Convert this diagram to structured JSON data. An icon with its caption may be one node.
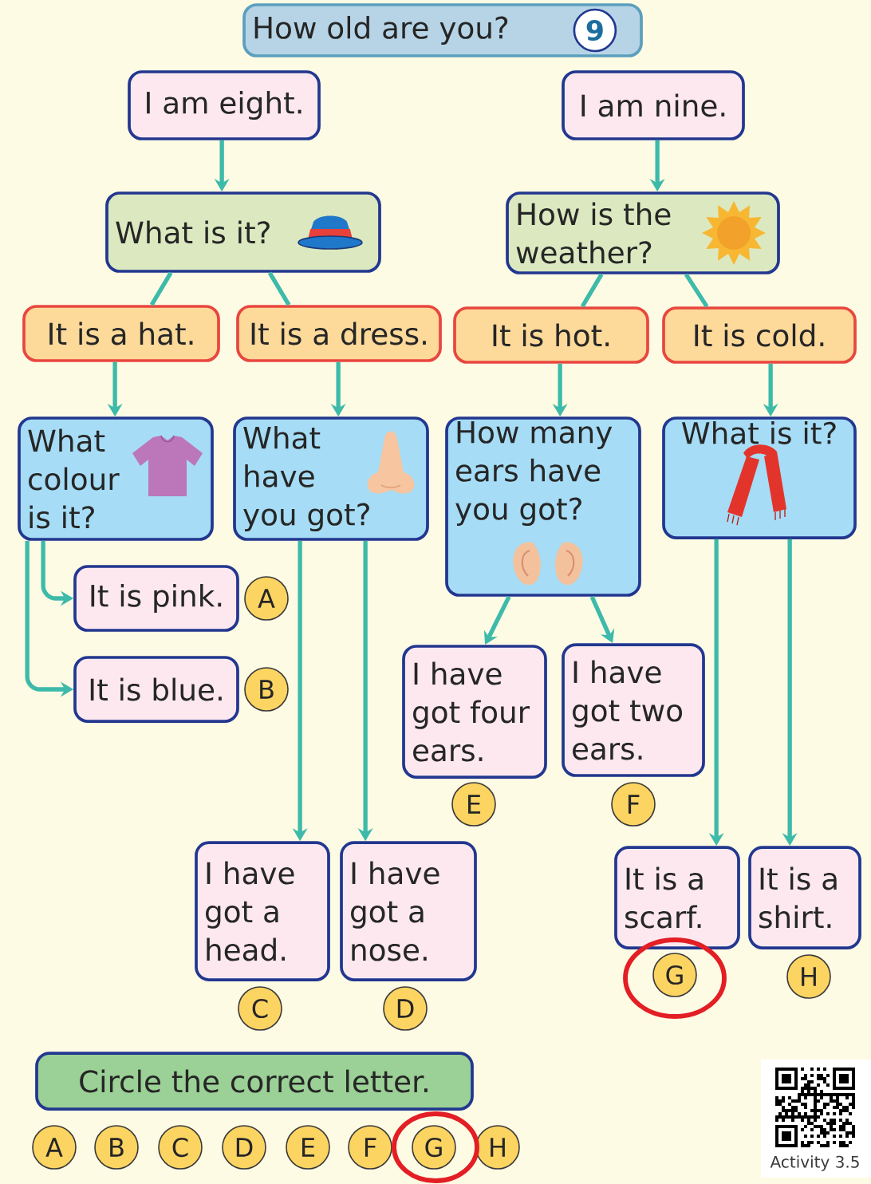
{
  "diagram": {
    "nodes": [
      {
        "text": [
          "How old are you?"
        ]
      },
      {
        "text": [
          "9"
        ],
        "in": 0
      },
      {
        "text": [
          "I am eight."
        ]
      },
      {
        "text": [
          "I am nine."
        ]
      },
      {
        "text": [
          "What is it?"
        ]
      },
      {
        "text": [
          "How is the weather?"
        ]
      },
      {
        "text": [
          "It is a hat."
        ]
      },
      {
        "text": [
          "It is a dress."
        ]
      },
      {
        "text": [
          "It is hot."
        ]
      },
      {
        "text": [
          "It is cold."
        ]
      },
      {
        "text": [
          "What colour is it?"
        ]
      },
      {
        "text": [
          "What have you got?"
        ]
      },
      {
        "text": [
          "How many ears have you got?"
        ]
      },
      {
        "text": [
          "What is it?"
        ]
      },
      {
        "text": [
          "It is pink."
        ],
        "beside": [
          "A"
        ]
      },
      {
        "text": [
          "It is blue."
        ],
        "beside": [
          "B"
        ]
      },
      {
        "text": [
          "I have got four ears."
        ],
        "beside": [
          "E"
        ]
      },
      {
        "text": [
          "I have got two ears."
        ],
        "beside": [
          "F"
        ]
      },
      {
        "text": [
          "I have got a head."
        ],
        "beside": [
          "C"
        ]
      },
      {
        "text": [
          "I have got a nose."
        ],
        "beside": [
          "D"
        ]
      },
      {
        "text": [
          "It is a scarf."
        ],
        "beside": [
          "G"
        ]
      },
      {
        "text": [
          "It is a shirt."
        ],
        "beside": [
          "H"
        ]
      },
      {
        "text": [
          "Circle the correct letter."
        ]
      },
      {
        "text": [
          "A"
        ]
      },
      {
        "text": [
          "B"
        ]
      },
      {
        "text": [
          "C"
        ]
      },
      {
        "text": [
          "D"
        ]
      },
      {
        "text": [
          "E"
        ]
      },
      {
        "text": [
          "F"
        ]
      },
      {
        "text": [
          "G"
        ]
      },
      {
        "text": [
          "H"
        ]
      }
    ],
    "edges": [
      {
        "from": 2,
        "to": 4,
        "arrow": "to"
      },
      {
        "from": 3,
        "to": 5,
        "arrow": "to"
      },
      {
        "from": 4,
        "to": 6,
        "arrow": "none"
      },
      {
        "from": 4,
        "to": 7,
        "arrow": "none"
      },
      {
        "from": 5,
        "to": 8,
        "arrow": "none"
      },
      {
        "from": 5,
        "to": 9,
        "arrow": "none"
      },
      {
        "from": 6,
        "to": 10,
        "arrow": "to"
      },
      {
        "from": 7,
        "to": 11,
        "arrow": "to"
      },
      {
        "from": 8,
        "to": 12,
        "arrow": "to"
      },
      {
        "from": 9,
        "to": 13,
        "arrow": "to"
      },
      {
        "from": 10,
        "to": 14,
        "arrow": "to"
      },
      {
        "from": 10,
        "to": 15,
        "arrow": "to"
      },
      {
        "from": 11,
        "to": 18,
        "arrow": "to"
      },
      {
        "from": 11,
        "to": 19,
        "arrow": "to"
      },
      {
        "from": 12,
        "to": 16,
        "arrow": "to"
      },
      {
        "from": 12,
        "to": 17,
        "arrow": "to"
      },
      {
        "from": 13,
        "to": 20,
        "arrow": "to"
      },
      {
        "from": 13,
        "to": 21,
        "arrow": "to"
      }
    ],
    "labels": [
      "Activity 3.5"
    ]
  }
}
